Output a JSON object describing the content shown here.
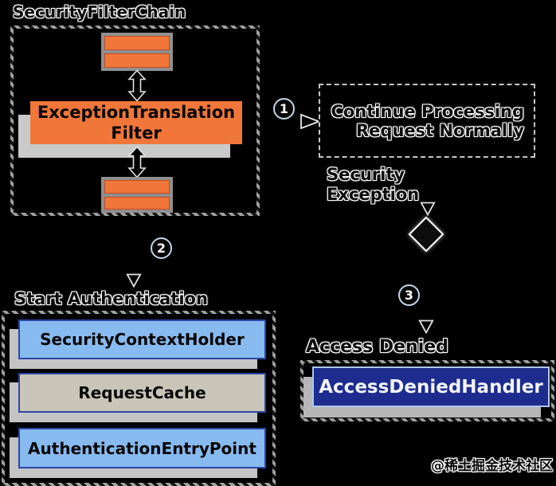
{
  "filter_chain": {
    "title": "SecurityFilterChain",
    "filter_line1": "ExceptionTranslation",
    "filter_line2": "Filter"
  },
  "steps": {
    "one": "1",
    "two": "2",
    "three": "3"
  },
  "continue_box": {
    "line1": "Continue Processing",
    "line2": "Request Normally"
  },
  "security_exception": {
    "line1": "Security",
    "line2": "Exception"
  },
  "start_authentication": {
    "label": "Start Authentication",
    "items": [
      "SecurityContextHolder",
      "RequestCache",
      "AuthenticationEntryPoint"
    ]
  },
  "access_denied": {
    "label": "Access Denied",
    "handler": "AccessDeniedHandler"
  },
  "watermark": "@稀土掘金技术社区",
  "icons": {
    "updown_arrow": "⬍",
    "right_arrow": "▷",
    "down_arrow": "▽",
    "decision_diamond": "◇"
  },
  "colors": {
    "background": "#000000",
    "filter_orange": "#F0763A",
    "panel_gray": "#8F8F8F",
    "bar_light_blue": "#87BAEF",
    "bar_beige": "#C9C5B9",
    "bar_border_navy": "#2A47A8",
    "handler_navy": "#1D2C8E",
    "handler_border_blue": "#A9C9EC",
    "shadow_gray": "#C4C4C4",
    "halo_white": "#FFFFFF"
  }
}
